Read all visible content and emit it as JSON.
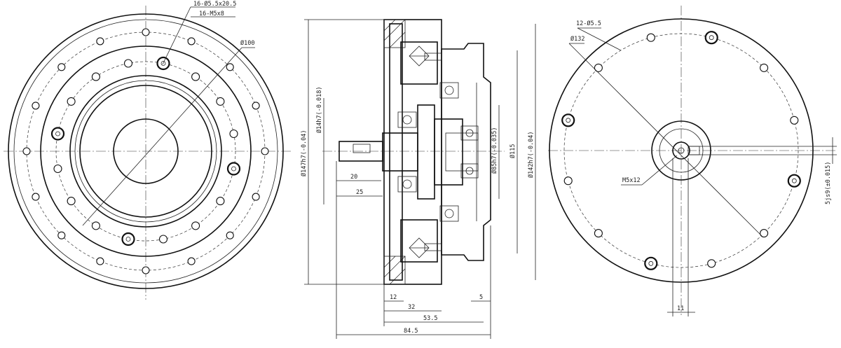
{
  "front_view": {
    "callout_holes": "16-Ø5.5x20.5",
    "callout_threads": "16-M5x8",
    "callout_pcd": "Ø100"
  },
  "section_view": {
    "diam_outer": "Ø147h7(-0.04)",
    "diam_shaft": "Ø14h7(-0.018)",
    "diam_boss": "Ø85h7(-0.035)",
    "diam_115": "Ø115",
    "diam_142": "Ø142h7(-0.04)",
    "len_20": "20",
    "len_25": "25",
    "len_12": "12",
    "len_32": "32",
    "len_53_5": "53.5",
    "len_84_5": "84.5",
    "len_5": "5"
  },
  "rear_view": {
    "callout_holes": "12-Ø5.5",
    "callout_pcd": "Ø132",
    "callout_thread": "M5x12",
    "key_width": "5js9(±0.015)",
    "key_height": "11"
  }
}
